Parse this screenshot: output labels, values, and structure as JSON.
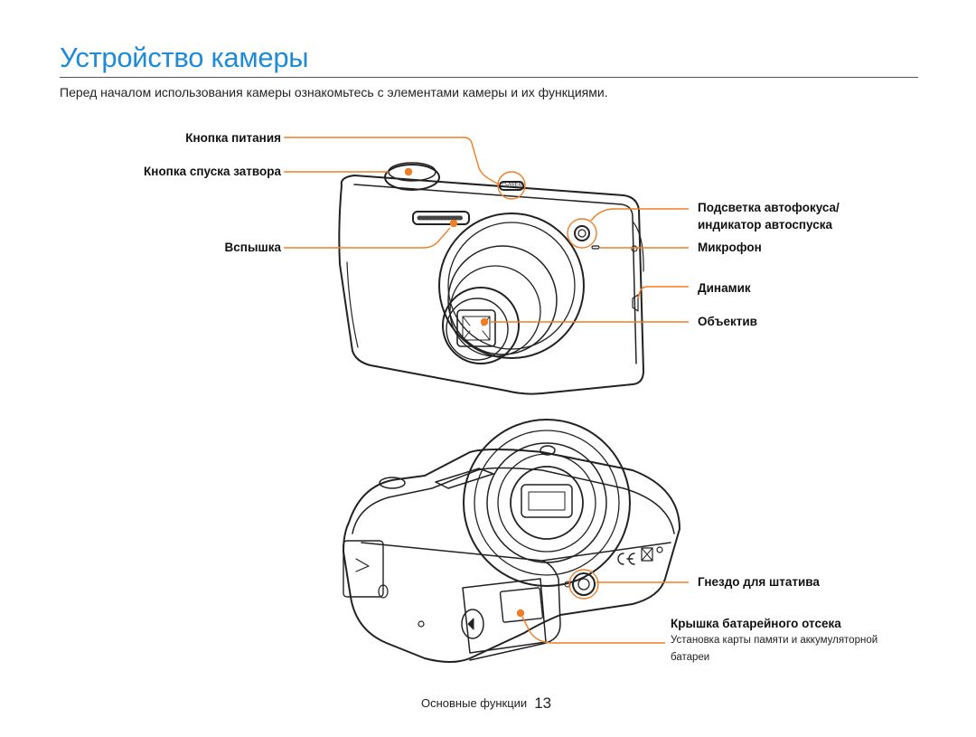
{
  "page": {
    "title": "Устройство камеры",
    "intro": "Перед началом использования камеры ознакомьтесь с элементами камеры и их функциями."
  },
  "labels": {
    "power_button": "Кнопка питания",
    "shutter_button": "Кнопка спуска затвора",
    "flash": "Вспышка",
    "af_lamp_line1": "Подсветка автофокуса/",
    "af_lamp_line2": "индикатор автоспуска",
    "microphone": "Микрофон",
    "speaker": "Динамик",
    "lens": "Объектив",
    "tripod_mount": "Гнездо для штатива",
    "battery_cover": "Крышка батарейного отсека",
    "battery_cover_note": "Установка карты памяти и аккумуляторной батареи"
  },
  "camera_markings": {
    "power_text": "POWER"
  },
  "footer": {
    "section": "Основные функции",
    "page_number": "13"
  },
  "colors": {
    "title": "#1f8ad6",
    "callout": "#f07e26"
  }
}
